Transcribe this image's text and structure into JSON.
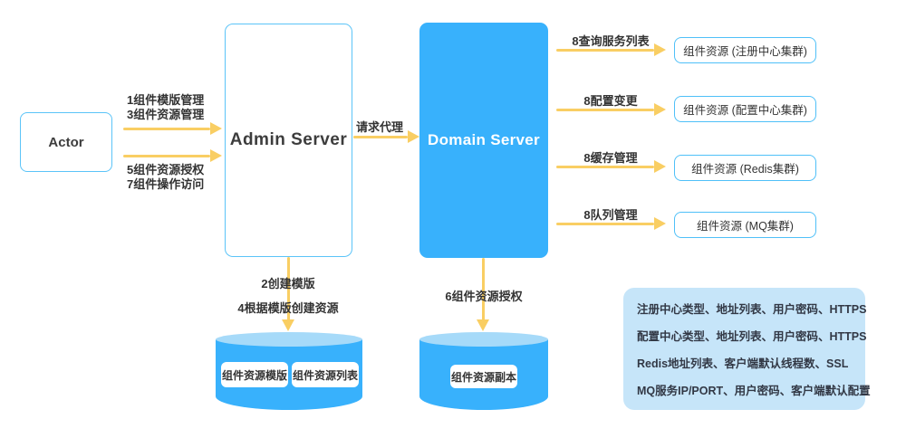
{
  "diagram": {
    "actor": {
      "label": "Actor"
    },
    "admin_server": {
      "label": "Admin Server"
    },
    "domain_server": {
      "label": "Domain Server"
    },
    "actor_to_admin": {
      "top_line1": "1组件模版管理",
      "top_line2": "3组件资源管理",
      "bottom_line1": "5组件资源授权",
      "bottom_line2": "7组件操作访问"
    },
    "proxy_label": "请求代理",
    "right_flows": [
      {
        "label": "8查询服务列表",
        "target": "组件资源 (注册中心集群)"
      },
      {
        "label": "8配置变更",
        "target": "组件资源 (配置中心集群)"
      },
      {
        "label": "8缓存管理",
        "target": "组件资源 (Redis集群)"
      },
      {
        "label": "8队列管理",
        "target": "组件资源 (MQ集群)"
      }
    ],
    "admin_down": {
      "line1": "2创建模版",
      "line2": "4根据模版创建资源"
    },
    "domain_down_label": "6组件资源授权",
    "admin_store": {
      "item1": "组件资源模版",
      "item2": "组件资源列表"
    },
    "domain_store": {
      "item1": "组件资源副本"
    },
    "config_panel": {
      "lines": [
        "注册中心类型、地址列表、用户密码、HTTPS",
        "配置中心类型、地址列表、用户密码、HTTPS",
        "Redis地址列表、客户端默认线程数、SSL",
        "MQ服务IP/PORT、用户密码、客户端默认配置"
      ]
    },
    "colors": {
      "primary_blue": "#38B1FC",
      "border_blue": "#5BC4F8",
      "cylinder_top_blue": "#A6DAF9",
      "arrow_yellow": "#F9CE63",
      "panel_bg": "#C6E5F9",
      "text_dark": "#333333"
    }
  }
}
